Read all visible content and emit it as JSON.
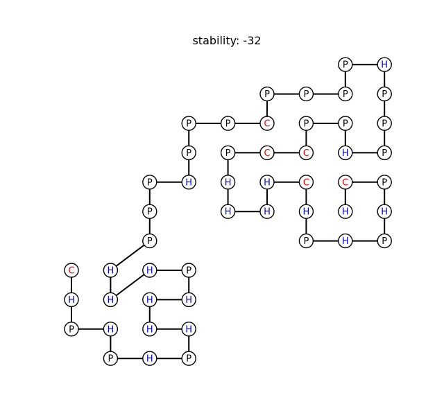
{
  "title": "stability: -32",
  "colors": {
    "P": "#000000",
    "H": "#0000cc",
    "C": "#dd0000"
  },
  "residues": [
    {
      "label": "C",
      "x": 0,
      "y": 0
    },
    {
      "label": "H",
      "x": 0,
      "y": -1
    },
    {
      "label": "P",
      "x": 0,
      "y": -2
    },
    {
      "label": "H",
      "x": 1,
      "y": -2
    },
    {
      "label": "P",
      "x": 1,
      "y": -3
    },
    {
      "label": "H",
      "x": 2,
      "y": -3
    },
    {
      "label": "P",
      "x": 3,
      "y": -3
    },
    {
      "label": "H",
      "x": 3,
      "y": -2
    },
    {
      "label": "H",
      "x": 2,
      "y": -2
    },
    {
      "label": "H",
      "x": 2,
      "y": -1
    },
    {
      "label": "H",
      "x": 3,
      "y": -1
    },
    {
      "label": "P",
      "x": 3,
      "y": 0
    },
    {
      "label": "H",
      "x": 2,
      "y": 0
    },
    {
      "label": "H",
      "x": 1,
      "y": -1
    },
    {
      "label": "H",
      "x": 1,
      "y": 0
    },
    {
      "label": "P",
      "x": 2,
      "y": 1
    },
    {
      "label": "P",
      "x": 2,
      "y": 2
    },
    {
      "label": "P",
      "x": 2,
      "y": 3
    },
    {
      "label": "H",
      "x": 3,
      "y": 3
    },
    {
      "label": "P",
      "x": 3,
      "y": 4
    },
    {
      "label": "P",
      "x": 3,
      "y": 5
    },
    {
      "label": "P",
      "x": 4,
      "y": 5
    },
    {
      "label": "C",
      "x": 5,
      "y": 5
    },
    {
      "label": "P",
      "x": 5,
      "y": 6
    },
    {
      "label": "P",
      "x": 6,
      "y": 6
    },
    {
      "label": "P",
      "x": 7,
      "y": 6
    },
    {
      "label": "P",
      "x": 7,
      "y": 7
    },
    {
      "label": "H",
      "x": 8,
      "y": 7
    },
    {
      "label": "P",
      "x": 8,
      "y": 6
    },
    {
      "label": "P",
      "x": 8,
      "y": 5
    },
    {
      "label": "P",
      "x": 8,
      "y": 4
    },
    {
      "label": "H",
      "x": 7,
      "y": 4
    },
    {
      "label": "P",
      "x": 7,
      "y": 5
    },
    {
      "label": "P",
      "x": 6,
      "y": 5
    },
    {
      "label": "C",
      "x": 6,
      "y": 4
    },
    {
      "label": "C",
      "x": 5,
      "y": 4
    },
    {
      "label": "P",
      "x": 4,
      "y": 4
    },
    {
      "label": "H",
      "x": 4,
      "y": 3
    },
    {
      "label": "H",
      "x": 4,
      "y": 2
    },
    {
      "label": "H",
      "x": 5,
      "y": 2
    },
    {
      "label": "H",
      "x": 5,
      "y": 3
    },
    {
      "label": "C",
      "x": 6,
      "y": 3
    },
    {
      "label": "H",
      "x": 6,
      "y": 2
    },
    {
      "label": "P",
      "x": 6,
      "y": 1
    },
    {
      "label": "H",
      "x": 7,
      "y": 1
    },
    {
      "label": "P",
      "x": 8,
      "y": 1
    },
    {
      "label": "H",
      "x": 8,
      "y": 2
    },
    {
      "label": "P",
      "x": 8,
      "y": 3
    },
    {
      "label": "C",
      "x": 7,
      "y": 3
    },
    {
      "label": "H",
      "x": 7,
      "y": 2
    }
  ]
}
